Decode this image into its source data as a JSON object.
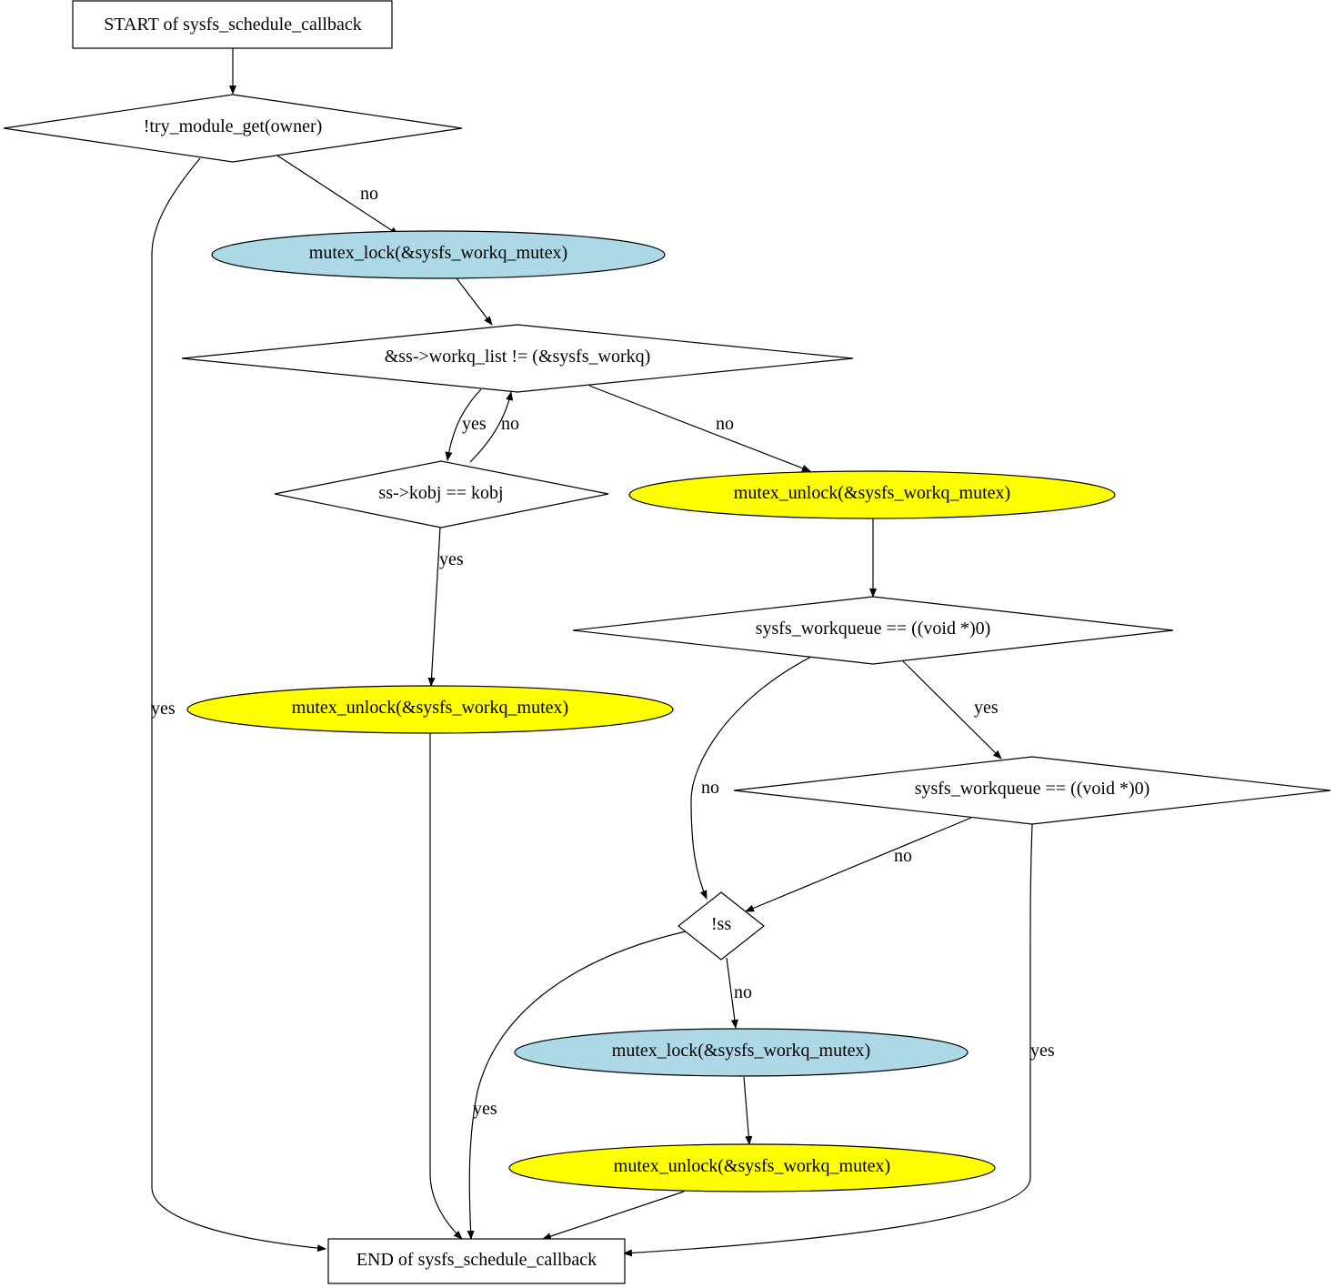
{
  "colors": {
    "lock_fill": "#add8e6",
    "unlock_fill": "#ffff00",
    "default_fill": "#ffffff",
    "stroke": "#000000"
  },
  "nodes": {
    "start": {
      "label": "START of sysfs_schedule_callback",
      "shape": "box"
    },
    "try_module_get": {
      "label": "!try_module_get(owner)",
      "shape": "diamond"
    },
    "lock1": {
      "label": "mutex_lock(&sysfs_workq_mutex)",
      "shape": "ellipse",
      "fill": "lock"
    },
    "workq_list": {
      "label": "&ss->workq_list != (&sysfs_workq)",
      "shape": "diamond"
    },
    "kobj_check": {
      "label": "ss->kobj == kobj",
      "shape": "diamond"
    },
    "unlock1": {
      "label": "mutex_unlock(&sysfs_workq_mutex)",
      "shape": "ellipse",
      "fill": "unlock"
    },
    "unlock2": {
      "label": "mutex_unlock(&sysfs_workq_mutex)",
      "shape": "ellipse",
      "fill": "unlock"
    },
    "workqueue1": {
      "label": "sysfs_workqueue == ((void *)0)",
      "shape": "diamond"
    },
    "workqueue2": {
      "label": "sysfs_workqueue == ((void *)0)",
      "shape": "diamond"
    },
    "not_ss": {
      "label": "!ss",
      "shape": "diamond"
    },
    "lock2": {
      "label": "mutex_lock(&sysfs_workq_mutex)",
      "shape": "ellipse",
      "fill": "lock"
    },
    "unlock3": {
      "label": "mutex_unlock(&sysfs_workq_mutex)",
      "shape": "ellipse",
      "fill": "unlock"
    },
    "end": {
      "label": "END of sysfs_schedule_callback",
      "shape": "box"
    }
  },
  "edges": [
    {
      "from": "start",
      "to": "try_module_get",
      "label": ""
    },
    {
      "from": "try_module_get",
      "to": "lock1",
      "label": "no"
    },
    {
      "from": "try_module_get",
      "to": "end",
      "label": "yes"
    },
    {
      "from": "lock1",
      "to": "workq_list",
      "label": ""
    },
    {
      "from": "workq_list",
      "to": "kobj_check",
      "label": "yes"
    },
    {
      "from": "kobj_check",
      "to": "workq_list",
      "label": "no"
    },
    {
      "from": "workq_list",
      "to": "unlock2",
      "label": "no"
    },
    {
      "from": "kobj_check",
      "to": "unlock1",
      "label": "yes"
    },
    {
      "from": "unlock1",
      "to": "end",
      "label": ""
    },
    {
      "from": "unlock2",
      "to": "workqueue1",
      "label": ""
    },
    {
      "from": "workqueue1",
      "to": "workqueue2",
      "label": "yes"
    },
    {
      "from": "workqueue1",
      "to": "not_ss",
      "label": "no"
    },
    {
      "from": "workqueue2",
      "to": "not_ss",
      "label": "no"
    },
    {
      "from": "workqueue2",
      "to": "end",
      "label": "yes"
    },
    {
      "from": "not_ss",
      "to": "lock2",
      "label": "no"
    },
    {
      "from": "not_ss",
      "to": "end",
      "label": "yes"
    },
    {
      "from": "lock2",
      "to": "unlock3",
      "label": ""
    },
    {
      "from": "unlock3",
      "to": "end",
      "label": ""
    }
  ]
}
